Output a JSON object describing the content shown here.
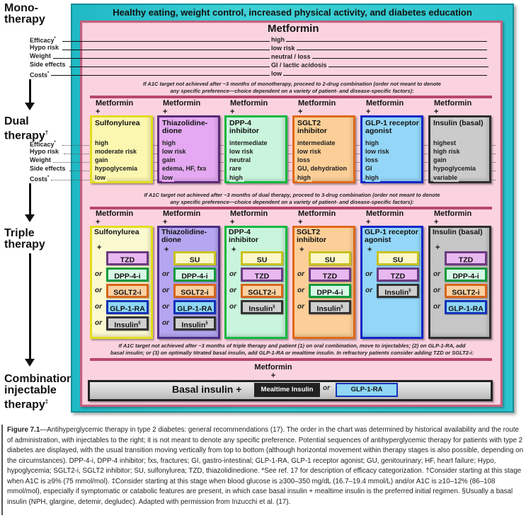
{
  "stages": {
    "mono": "Mono-\ntherapy",
    "mono_line1": "Mono-",
    "mono_line2": "therapy",
    "dual_line1": "Dual",
    "dual_line2": "therapy",
    "dual_sup": "†",
    "triple_line1": "Triple",
    "triple_line2": "therapy",
    "combo_line1": "Combination",
    "combo_line2": "injectable",
    "combo_line3": "therapy",
    "combo_sup": "‡"
  },
  "row_labels": [
    {
      "label": "Efficacy",
      "sup": "*"
    },
    {
      "label": "Hypo risk",
      "sup": ""
    },
    {
      "label": "Weight",
      "sup": ""
    },
    {
      "label": "Side effects",
      "sup": ""
    },
    {
      "label": "Costs",
      "sup": "*"
    }
  ],
  "banner": "Healthy eating, weight control, increased physical activity, and diabetes education",
  "monotherapy": {
    "drug": "Metformin",
    "values": [
      "high",
      "low risk",
      "neutral / loss",
      "GI / lactic acidosis",
      "low"
    ]
  },
  "notes": {
    "after_mono_1": "If A1C target not achieved after ~3 months of monotherapy, proceed to 2-drug combination (order not meant to denote",
    "after_mono_2": "any specific preference—choice dependent on a variety of patient- and disease-specific factors):",
    "after_dual_1": "If A1C target not achieved after ~3 months of dual therapy, proceed to 3-drug combination (order not meant to denote",
    "after_dual_2": "any specific preference—choice dependent on a variety of patient- and disease-specific factors):",
    "after_triple_1": "If A1C target not achieved after ~3 months of triple therapy and patient (1) on oral combination, move to injectables; (2) on GLP-1-RA, add",
    "after_triple_2": "basal insulin; or (3) on optimally titrated basal insulin, add GLP-1-RA or mealtime insulin. In refractory patients consider adding TZD or SGLT2-i:"
  },
  "common": {
    "metformin": "Metformin",
    "plus": "+",
    "or": "or"
  },
  "dual": [
    {
      "name": "Sulfonylurea",
      "name2": "",
      "color": "#fbf7b0",
      "border": "#e3dc1c",
      "values": [
        "high",
        "moderate risk",
        "gain",
        "hypoglycemia",
        "low"
      ]
    },
    {
      "name": "Thiazolidine-",
      "name2": "dione",
      "color": "#e4a9f2",
      "border": "#5d2b78",
      "values": [
        "high",
        "low risk",
        "gain",
        "edema, HF, fxs",
        "low"
      ]
    },
    {
      "name": "DPP-4",
      "name2": "inhibitor",
      "color": "#c9f5dc",
      "border": "#13b83f",
      "values": [
        "intermediate",
        "low risk",
        "neutral",
        "rare",
        "high"
      ]
    },
    {
      "name": "SGLT2",
      "name2": "inhibitor",
      "color": "#fbcf97",
      "border": "#e0691a",
      "values": [
        "intermediate",
        "low risk",
        "loss",
        "GU, dehydration",
        "high"
      ]
    },
    {
      "name": "GLP-1 receptor",
      "name2": "agonist",
      "color": "#93d6f7",
      "border": "#1126c8",
      "values": [
        "high",
        "low risk",
        "loss",
        "GI",
        "high"
      ]
    },
    {
      "name": "Insulin (basal)",
      "name2": "",
      "color": "#cbcbcb",
      "border": "#2e2e2e",
      "values": [
        "highest",
        "high risk",
        "gain",
        "hypoglycemia",
        "variable"
      ]
    }
  ],
  "triple": [
    {
      "name": "Sulfonylurea",
      "name2": "",
      "color": "#fbf9cf",
      "border": "#e3dc1c",
      "options": [
        {
          "label": "TZD",
          "sup": "",
          "kind": "tzd"
        },
        {
          "label": "DPP-4-i",
          "sup": "",
          "kind": "dpp"
        },
        {
          "label": "SGLT2-i",
          "sup": "",
          "kind": "sglt"
        },
        {
          "label": "GLP-1-RA",
          "sup": "",
          "kind": "glp"
        },
        {
          "label": "Insulin",
          "sup": "§",
          "kind": "ins"
        }
      ]
    },
    {
      "name": "Thiazolidine-",
      "name2": "dione",
      "color": "#b4a6f0",
      "border": "#4a2e85",
      "options": [
        {
          "label": "SU",
          "sup": "",
          "kind": "su"
        },
        {
          "label": "DPP-4-i",
          "sup": "",
          "kind": "dpp"
        },
        {
          "label": "SGLT2-i",
          "sup": "",
          "kind": "sglt"
        },
        {
          "label": "GLP-1-RA",
          "sup": "",
          "kind": "glp"
        },
        {
          "label": "Insulin",
          "sup": "§",
          "kind": "ins"
        }
      ]
    },
    {
      "name": "DPP-4",
      "name2": "inhibitor",
      "color": "#c9f5dc",
      "border": "#13b83f",
      "options": [
        {
          "label": "SU",
          "sup": "",
          "kind": "su"
        },
        {
          "label": "TZD",
          "sup": "",
          "kind": "tzd"
        },
        {
          "label": "SGLT2-i",
          "sup": "",
          "kind": "sglt"
        },
        {
          "label": "Insulin",
          "sup": "§",
          "kind": "ins"
        }
      ]
    },
    {
      "name": "SGLT2",
      "name2": "inhibitor",
      "color": "#fbcf97",
      "border": "#e0691a",
      "options": [
        {
          "label": "SU",
          "sup": "",
          "kind": "su"
        },
        {
          "label": "TZD",
          "sup": "",
          "kind": "tzd"
        },
        {
          "label": "DPP-4-i",
          "sup": "",
          "kind": "dpp"
        },
        {
          "label": "Insulin",
          "sup": "§",
          "kind": "ins"
        }
      ]
    },
    {
      "name": "GLP-1 receptor",
      "name2": "agonist",
      "color": "#93d6f7",
      "border": "#1126c8",
      "options": [
        {
          "label": "SU",
          "sup": "",
          "kind": "su"
        },
        {
          "label": "TZD",
          "sup": "",
          "kind": "tzd"
        },
        {
          "label": "Insulin",
          "sup": "§",
          "kind": "ins"
        }
      ]
    },
    {
      "name": "Insulin (basal)",
      "name2": "",
      "color": "#c6c6c6",
      "border": "#2e2e2e",
      "options": [
        {
          "label": "TZD",
          "sup": "",
          "kind": "tzd"
        },
        {
          "label": "DPP-4-i",
          "sup": "",
          "kind": "dpp"
        },
        {
          "label": "SGLT2-i",
          "sup": "",
          "kind": "sglt"
        },
        {
          "label": "GLP-1-RA",
          "sup": "",
          "kind": "glp"
        }
      ]
    }
  ],
  "combination": {
    "metformin": "Metformin",
    "plus": "+",
    "basal": "Basal insulin +",
    "mealtime": "Mealtime Insulin",
    "or": "or",
    "glp": "GLP-1-RA"
  },
  "caption": {
    "figure_label": "Figure 7.1",
    "text": "—Antihyperglycemic therapy in type 2 diabetes: general recommendations (17). The order in the chart was determined by historical availability and the route of administration, with injectables to the right; it is not meant to denote any specific preference. Potential sequences of antihyperglycemic therapy for patients with type 2 diabetes are displayed, with the usual transition moving vertically from top to bottom (although horizontal movement within therapy stages is also possible, depending on the circumstances). DPP-4-i, DPP-4 inhibitor; fxs, fractures; GI, gastro-intestinal; GLP-1-RA, GLP-1 receptor agonist; GU, genitourinary; HF, heart failure; Hypo, hypoglycemia; SGLT2-i, SGLT2 inhibitor; SU, sulfonylurea; TZD, thiazolidinedione. *See ref. 17 for description of efficacy categorization. †Consider starting at this stage when A1C is ≥9% (75 mmol/mol). ‡Consider starting at this stage when blood glucose is ≥300–350 mg/dL (16.7–19.4 mmol/L) and/or A1C is ≥10–12% (86–108 mmol/mol), especially if symptomatic or catabolic features are present, in which case basal insulin + mealtime insulin is the preferred initial regimen. §Usually a basal insulin (NPH, glargine, detemir, degludec). Adapted with permission from Inzucchi et al. (17)."
  }
}
